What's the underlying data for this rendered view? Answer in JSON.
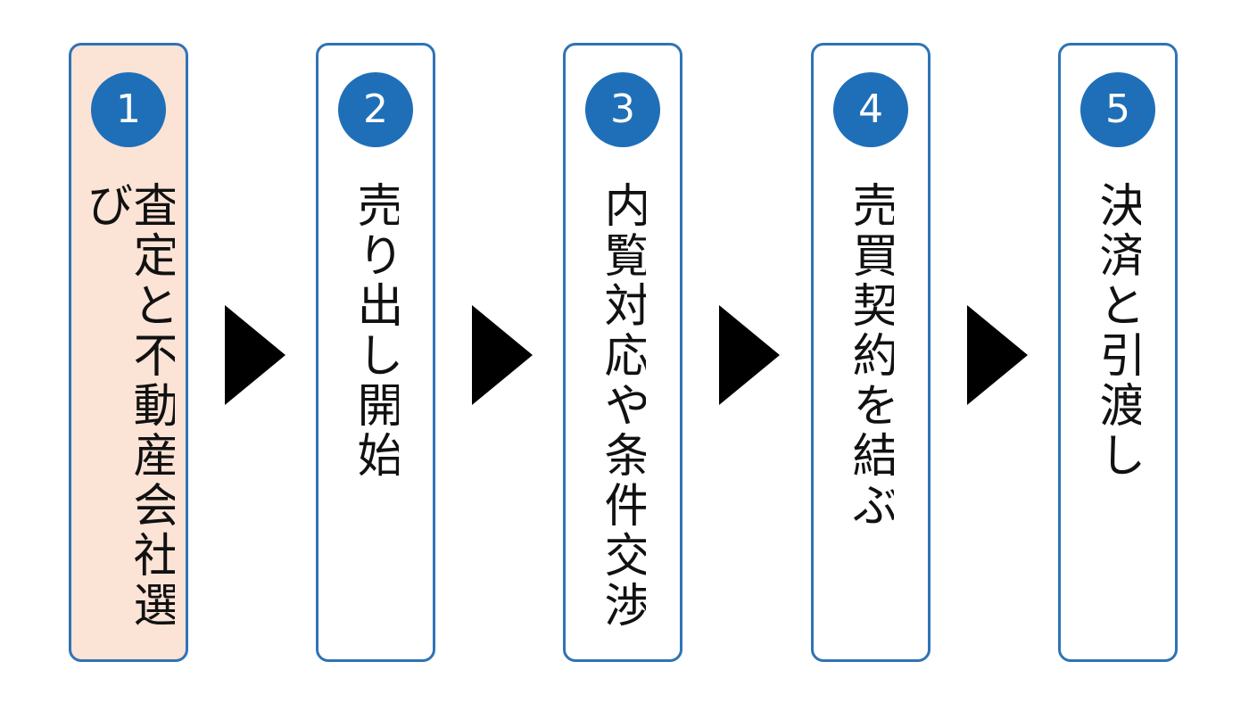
{
  "steps": [
    {
      "number": "1",
      "label": "査定と不動産会社選び",
      "active": true
    },
    {
      "number": "2",
      "label": "売り出し開始",
      "active": false
    },
    {
      "number": "3",
      "label": "内覧対応や条件交渉",
      "active": false
    },
    {
      "number": "4",
      "label": "売買契約を結ぶ",
      "active": false
    },
    {
      "number": "5",
      "label": "決済と引渡し",
      "active": false
    }
  ],
  "colors": {
    "card_border": "#2f73b6",
    "number_circle": "#1f6fb8",
    "active_card_fill": "#fbe3d6",
    "arrow": "#000000"
  },
  "icons": {
    "arrow": "right-triangle-arrow"
  }
}
